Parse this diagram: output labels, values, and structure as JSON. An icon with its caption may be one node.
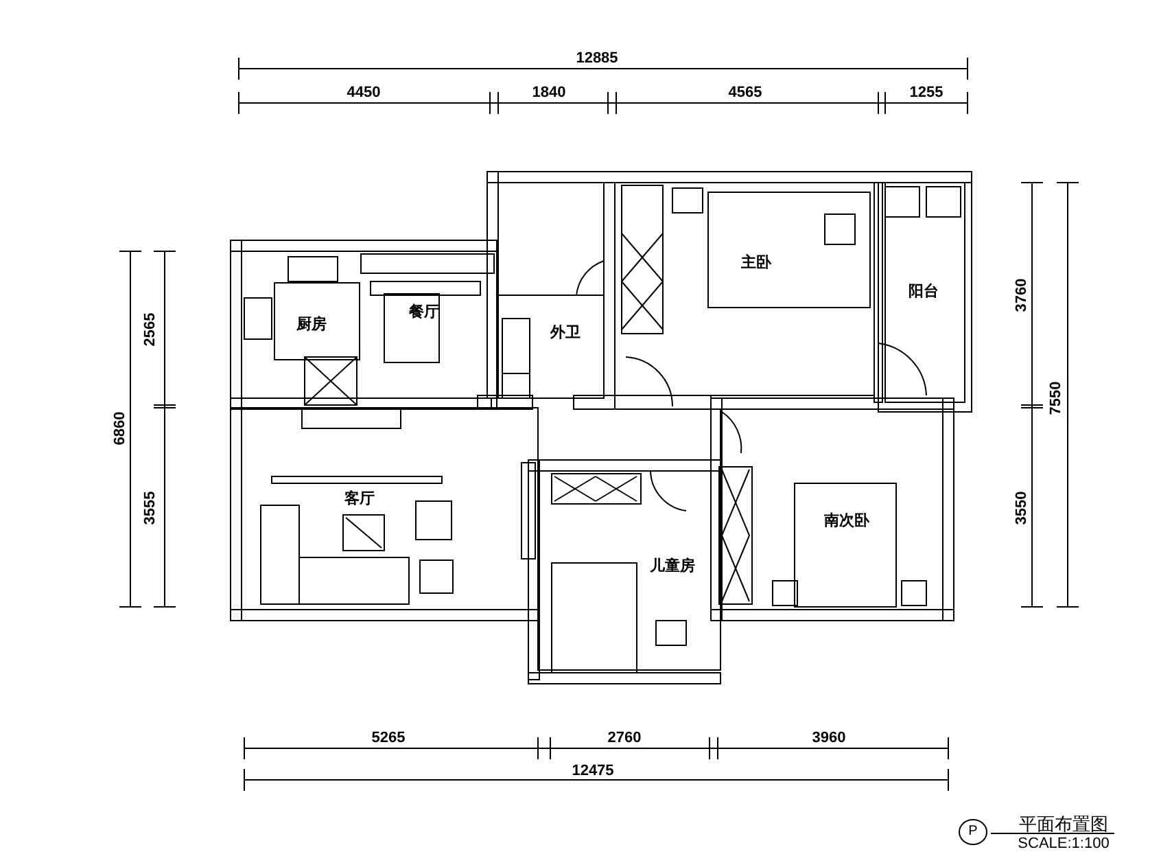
{
  "diagram": {
    "title": "平面布置图",
    "nodes": [
      {
        "text": [
          "P"
        ]
      }
    ],
    "labels": [
      "12885",
      "4450",
      "1840",
      "4565",
      "1255",
      "2565",
      "6860",
      "3555",
      "厨房",
      "餐厅",
      "外卫",
      "主卧",
      "阳台",
      "3760",
      "7550",
      "3550",
      "客厅",
      "南次卧",
      "儿童房",
      "5265",
      "2760",
      "3960",
      "12475",
      "SCALE:1:100"
    ]
  }
}
